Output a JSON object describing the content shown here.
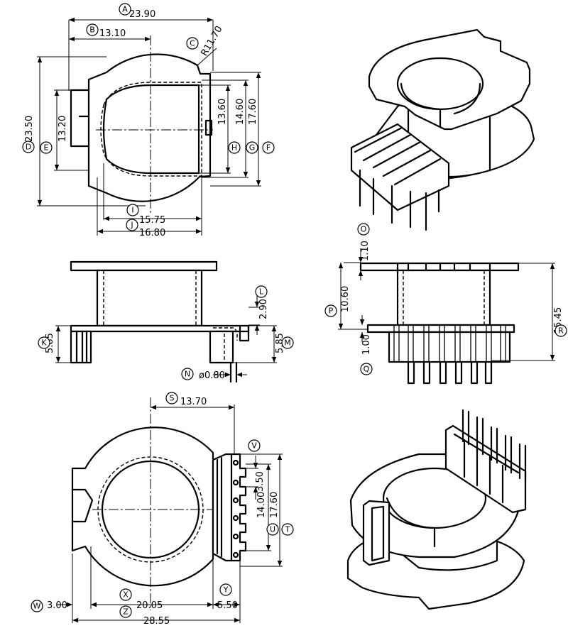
{
  "views": {
    "top": {
      "dims": {
        "A": "23.90",
        "B": "13.10",
        "C": "R11.70",
        "D": "23.50",
        "E": "13.20",
        "F": "17.60",
        "G": "14.60",
        "H": "13.60",
        "I": "15.75",
        "J": "16.80"
      }
    },
    "side": {
      "dims": {
        "K": "5.85",
        "L": "2.90",
        "M": "5.85",
        "N": "ø0.80"
      }
    },
    "front": {
      "dims": {
        "O": "1.10",
        "P": "10.60",
        "Q": "1.00",
        "R": "15.45"
      }
    },
    "bottom": {
      "dims": {
        "S": "13.70",
        "V": "3.50",
        "U": "14.00",
        "T": "17.60",
        "W": "3.00",
        "X": "20.05",
        "Y": "5.50",
        "Z": "28.55"
      }
    }
  },
  "labels": [
    "A",
    "B",
    "C",
    "D",
    "E",
    "F",
    "G",
    "H",
    "I",
    "J",
    "K",
    "L",
    "M",
    "N",
    "O",
    "P",
    "Q",
    "R",
    "S",
    "T",
    "U",
    "V",
    "W",
    "X",
    "Y",
    "Z"
  ]
}
